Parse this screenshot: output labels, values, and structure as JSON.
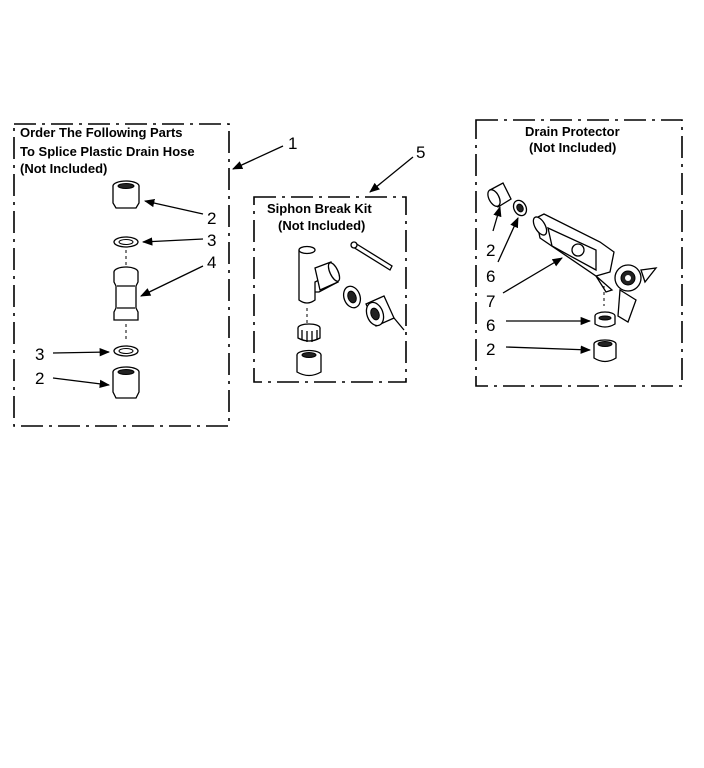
{
  "splice_group": {
    "title_line1": "Order The Following Parts",
    "title_line2": "To Splice Plastic Drain Hose",
    "title_line3": "(Not Included)",
    "callouts": {
      "c2a": "2",
      "c3a": "3",
      "c4": "4",
      "c3b": "3",
      "c2b": "2"
    }
  },
  "siphon_group": {
    "title_line1": "Siphon Break Kit",
    "title_line2": "(Not Included)"
  },
  "drain_group": {
    "title_line1": "Drain Protector",
    "title_line2": "(Not Included)",
    "callouts": {
      "c2a": "2",
      "c6a": "6",
      "c7": "7",
      "c6b": "6",
      "c2b": "2"
    }
  },
  "group_callouts": {
    "splice": "1",
    "siphon": "5"
  }
}
